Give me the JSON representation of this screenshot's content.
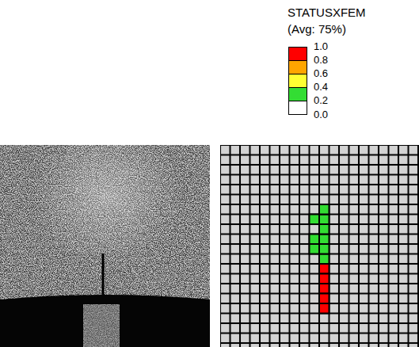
{
  "diagram": {
    "labels": [
      "STATUSXFEM",
      "(Avg: 75%)",
      "0.0"
    ],
    "legend": [
      {
        "text": "1.0",
        "color": "#ff0000"
      },
      {
        "text": "0.8",
        "color": "#ffa500"
      },
      {
        "text": "0.6",
        "color": "#ffff33"
      },
      {
        "text": "0.4",
        "color": "#33dd33"
      },
      {
        "text": "0.2",
        "color": "#ffffff"
      }
    ]
  }
}
